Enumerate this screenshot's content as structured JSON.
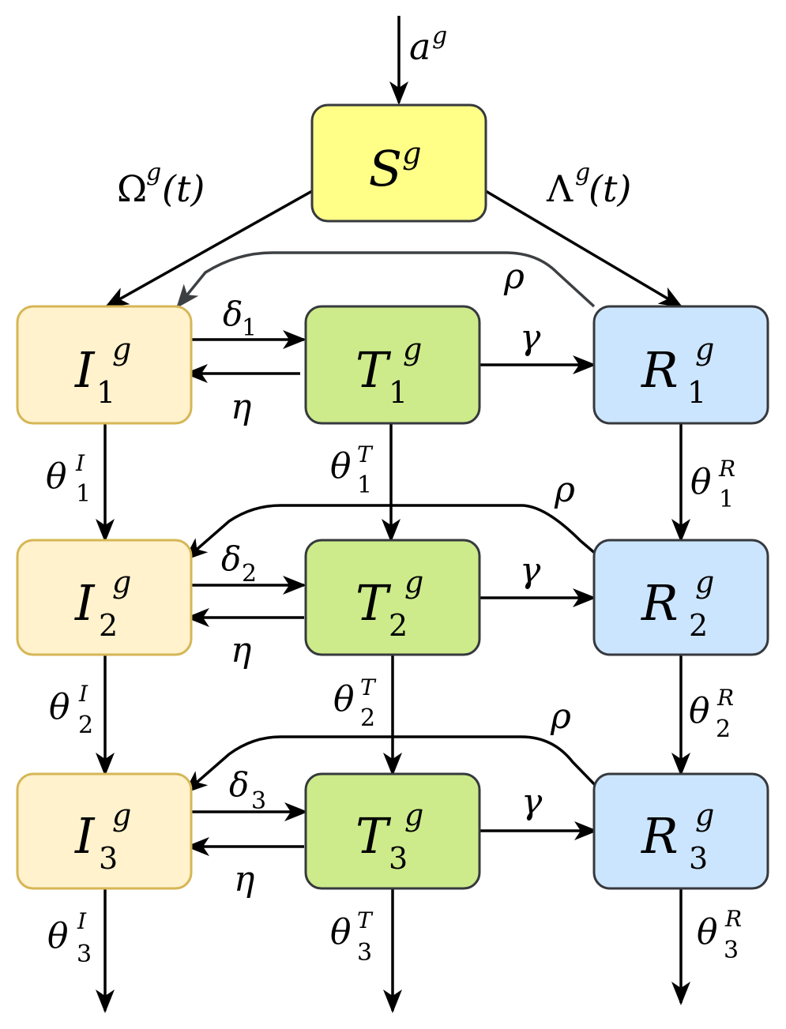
{
  "colors": {
    "susceptible_fill": "#ffff88",
    "infected_fill": "#fff2cc",
    "infected_stroke": "#d6b656",
    "treated_fill": "#cdeb8b",
    "recovered_fill": "#cce5ff",
    "node_stroke": "#36393d",
    "edge": "#000000"
  },
  "nodes": {
    "S": {
      "base": "S",
      "sup": "g",
      "sub": ""
    },
    "I1": {
      "base": "I",
      "sup": "g",
      "sub": "1"
    },
    "T1": {
      "base": "T",
      "sup": "g",
      "sub": "1"
    },
    "R1": {
      "base": "R",
      "sup": "g",
      "sub": "1"
    },
    "I2": {
      "base": "I",
      "sup": "g",
      "sub": "2"
    },
    "T2": {
      "base": "T",
      "sup": "g",
      "sub": "2"
    },
    "R2": {
      "base": "R",
      "sup": "g",
      "sub": "2"
    },
    "I3": {
      "base": "I",
      "sup": "g",
      "sub": "3"
    },
    "T3": {
      "base": "T",
      "sup": "g",
      "sub": "3"
    },
    "R3": {
      "base": "R",
      "sup": "g",
      "sub": "3"
    }
  },
  "labels": {
    "inflow": {
      "base": "a",
      "sup": "g"
    },
    "omega": {
      "base": "Ω",
      "sup": "g",
      "arg": "(t)"
    },
    "lambda": {
      "base": "Λ",
      "sup": "g",
      "arg": "(t)"
    },
    "delta1": {
      "base": "δ",
      "sub": "1"
    },
    "delta2": {
      "base": "δ",
      "sub": "2"
    },
    "delta3": {
      "base": "δ",
      "sub": "3"
    },
    "eta": "η",
    "gamma": "γ",
    "rho": "ρ",
    "theta_I1": {
      "base": "θ",
      "sup": "I",
      "sub": "1"
    },
    "theta_I2": {
      "base": "θ",
      "sup": "I",
      "sub": "2"
    },
    "theta_I3": {
      "base": "θ",
      "sup": "I",
      "sub": "3"
    },
    "theta_T1": {
      "base": "θ",
      "sup": "T",
      "sub": "1"
    },
    "theta_T2": {
      "base": "θ",
      "sup": "T",
      "sub": "2"
    },
    "theta_T3": {
      "base": "θ",
      "sup": "T",
      "sub": "3"
    },
    "theta_R1": {
      "base": "θ",
      "sup": "R",
      "sub": "1"
    },
    "theta_R2": {
      "base": "θ",
      "sup": "R",
      "sub": "2"
    },
    "theta_R3": {
      "base": "θ",
      "sup": "R",
      "sub": "3"
    }
  }
}
